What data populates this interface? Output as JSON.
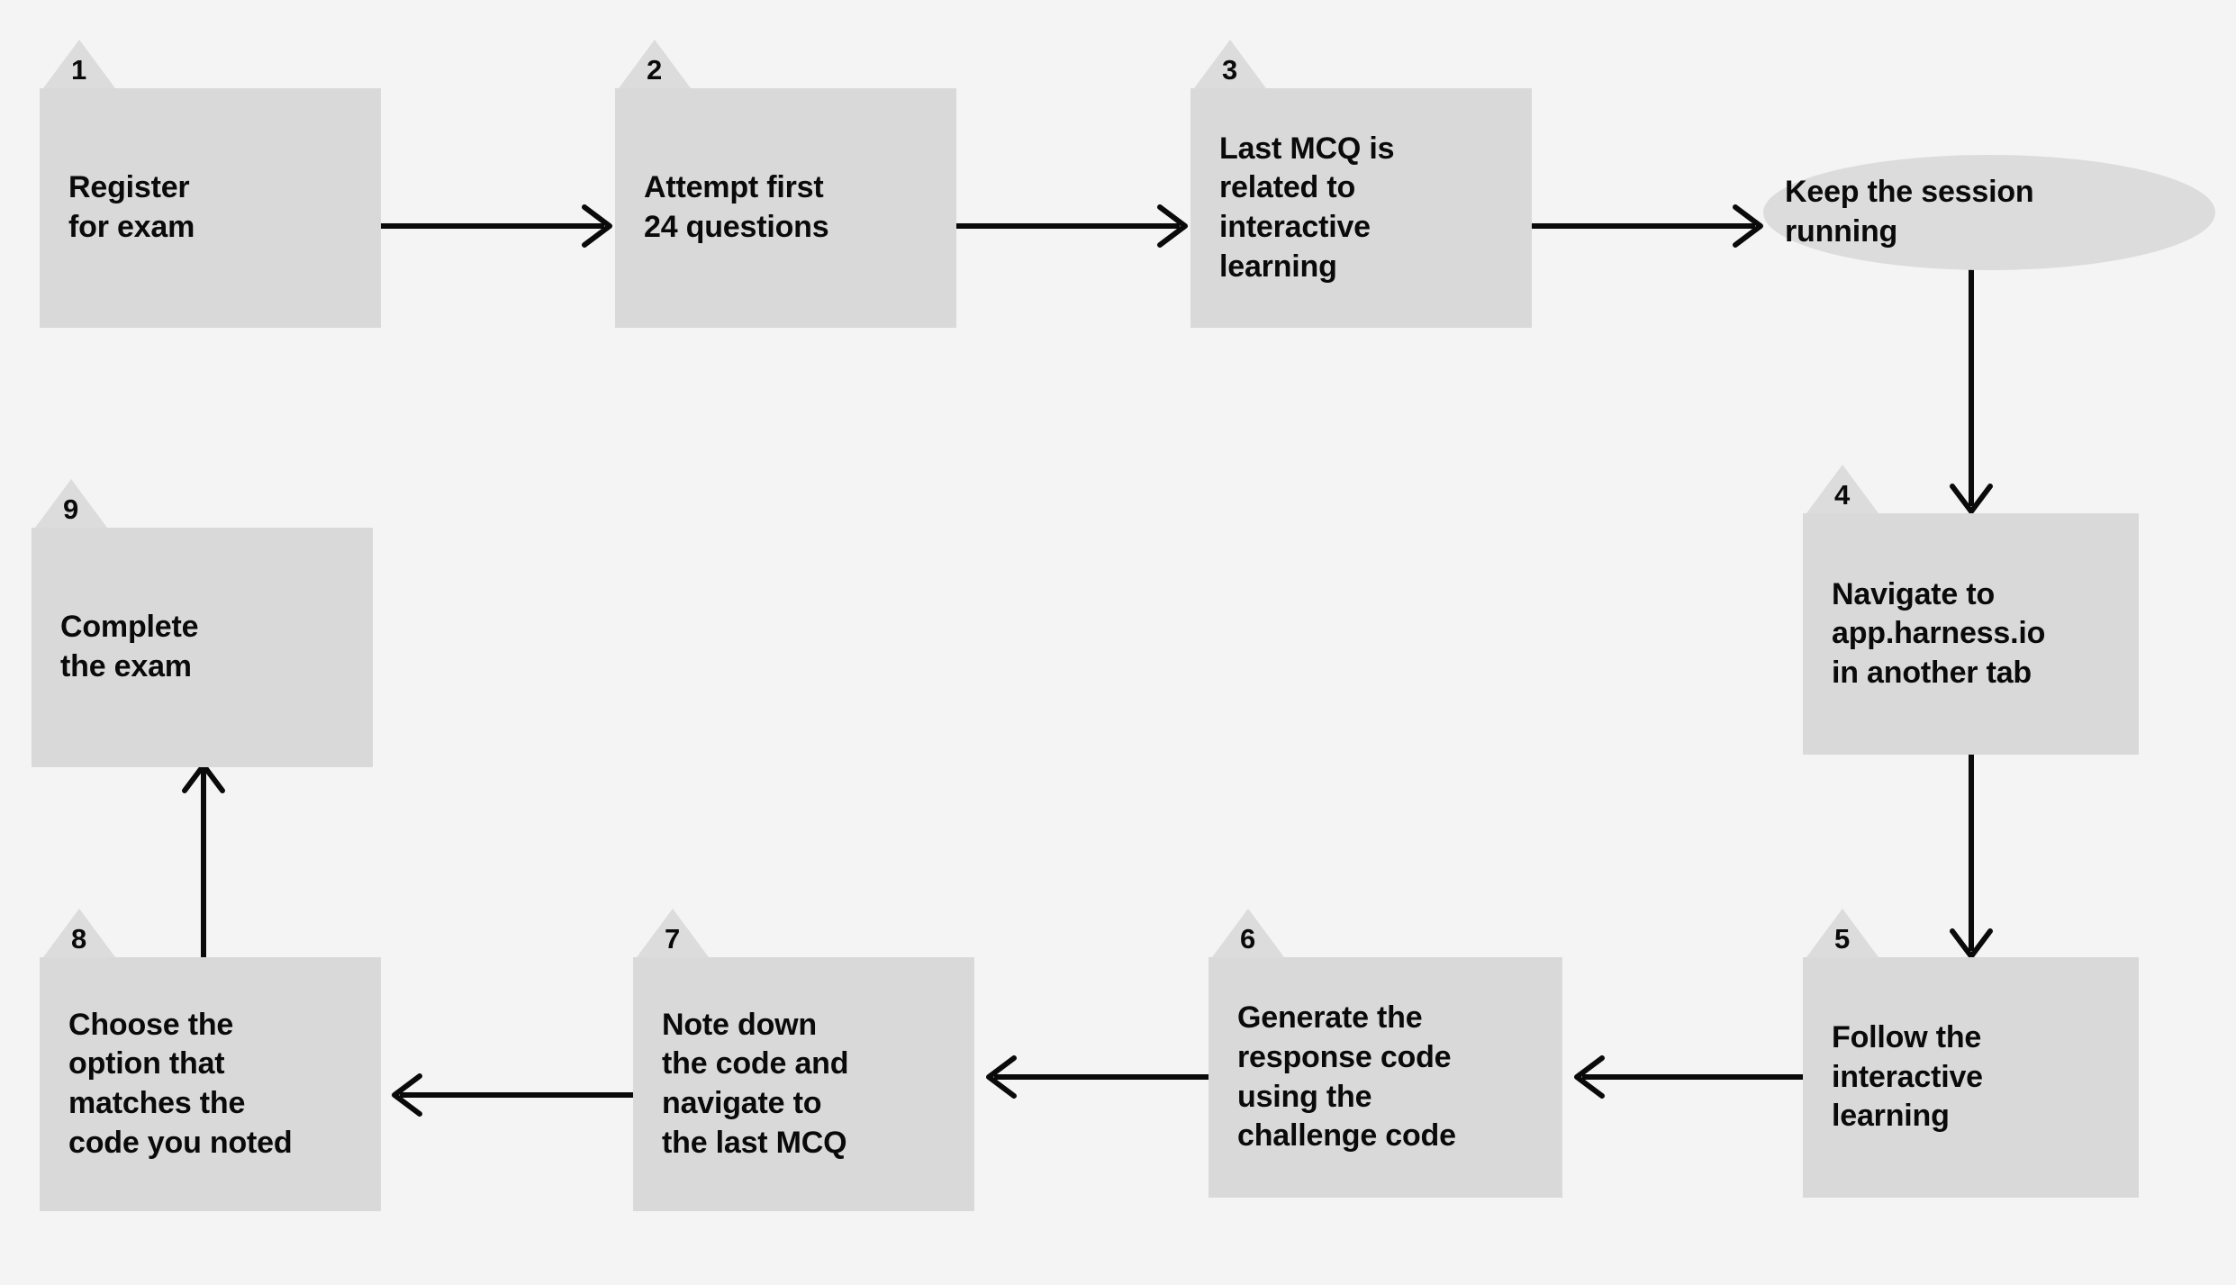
{
  "diagram": {
    "type": "flowchart",
    "title": "",
    "background_color": "#f4f4f4",
    "node_fill_color": "#d9d9d9",
    "badge_fill_color": "#dcdcdc",
    "text_color": "#0a0a0a",
    "edge_color": "#0a0a0a",
    "nodes": [
      {
        "id": "n1",
        "badge": "1",
        "shape": "rect",
        "label": "Register\nfor exam"
      },
      {
        "id": "n2",
        "badge": "2",
        "shape": "rect",
        "label": "Attempt first\n24 questions"
      },
      {
        "id": "n3",
        "badge": "3",
        "shape": "rect",
        "label": "Last MCQ is\nrelated to\ninteractive\nlearning"
      },
      {
        "id": "n_session",
        "badge": "",
        "shape": "ellipse",
        "label": "Keep the session\nrunning"
      },
      {
        "id": "n4",
        "badge": "4",
        "shape": "rect",
        "label": "Navigate to\napp.harness.io\nin another tab"
      },
      {
        "id": "n5",
        "badge": "5",
        "shape": "rect",
        "label": "Follow the\ninteractive\nlearning"
      },
      {
        "id": "n6",
        "badge": "6",
        "shape": "rect",
        "label": "Generate the\nresponse code\nusing the\nchallenge code"
      },
      {
        "id": "n7",
        "badge": "7",
        "shape": "rect",
        "label": "Note down\nthe code and\nnavigate to\nthe last MCQ"
      },
      {
        "id": "n8",
        "badge": "8",
        "shape": "rect",
        "label": "Choose the\noption that\nmatches the\ncode you noted"
      },
      {
        "id": "n9",
        "badge": "9",
        "shape": "rect",
        "label": "Complete\nthe exam"
      }
    ],
    "edges": [
      {
        "from": "n1",
        "to": "n2",
        "direction": "right"
      },
      {
        "from": "n2",
        "to": "n3",
        "direction": "right"
      },
      {
        "from": "n3",
        "to": "n_session",
        "direction": "right"
      },
      {
        "from": "n_session",
        "to": "n4",
        "direction": "down"
      },
      {
        "from": "n4",
        "to": "n5",
        "direction": "down"
      },
      {
        "from": "n5",
        "to": "n6",
        "direction": "left"
      },
      {
        "from": "n6",
        "to": "n7",
        "direction": "left"
      },
      {
        "from": "n7",
        "to": "n8",
        "direction": "left"
      },
      {
        "from": "n8",
        "to": "n9",
        "direction": "up"
      }
    ]
  }
}
